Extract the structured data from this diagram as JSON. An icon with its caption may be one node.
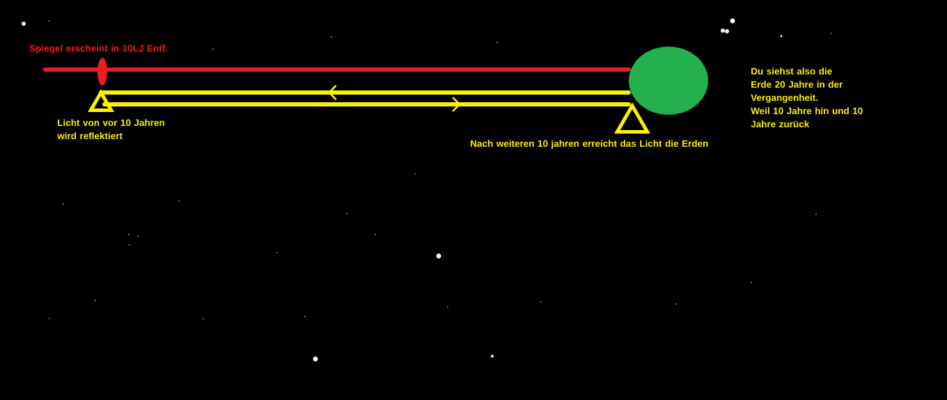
{
  "diagram": {
    "nodes": [
      {
        "text": [],
        "shape": "ellipse",
        "beside": [
          "Spiegel erscheint in 10LJ Entf."
        ]
      },
      {
        "text": [],
        "shape": "circle",
        "beside": [
          "Du siehst also die Erde 20 Jahre in der Vergangenheit.",
          "Weil 10 Jahre hin und 10 Jahre zurück"
        ]
      },
      {
        "text": [],
        "shape": "triangle",
        "beside": [
          "Licht von vor 10 Jahren wird reflektiert"
        ]
      },
      {
        "text": [],
        "shape": "triangle",
        "beside": [
          "Nach weiteren 10 jahren erreicht das Licht die Erden"
        ]
      }
    ],
    "edges": [
      {
        "from": 0,
        "to": 1,
        "arrow": "none",
        "color": "#ed1c24"
      },
      {
        "from": 1,
        "to": 2,
        "arrow": "to",
        "color": "#fff200"
      },
      {
        "from": 2,
        "to": 1,
        "arrow": "to",
        "color": "#fff200"
      }
    ]
  }
}
